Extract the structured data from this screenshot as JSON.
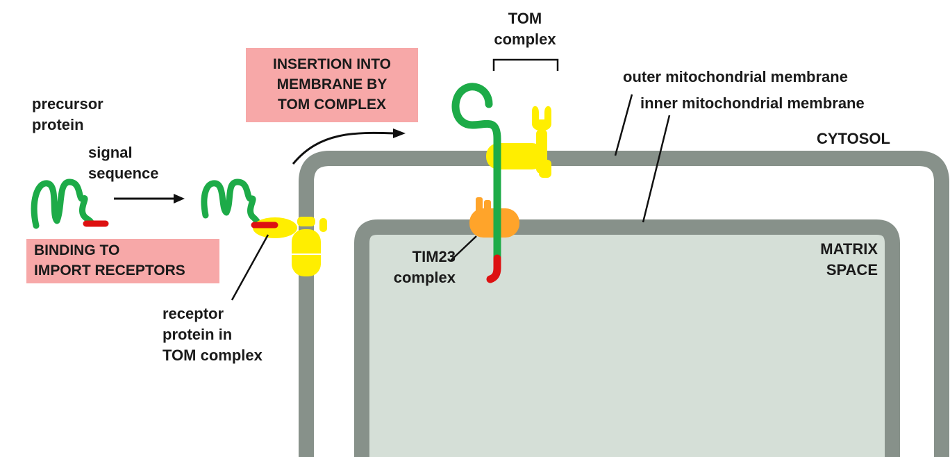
{
  "labels": {
    "precursor_protein": "precursor\nprotein",
    "signal_sequence": "signal\nsequence",
    "receptor_protein": "receptor\nprotein in\nTOM complex",
    "tom_complex": "TOM\ncomplex",
    "outer_membrane": "outer mitochondrial membrane",
    "inner_membrane": "inner mitochondrial membrane",
    "cytosol": "CYTOSOL",
    "matrix_space": "MATRIX\nSPACE",
    "tim23_complex": "TIM23\ncomplex"
  },
  "steps": {
    "binding": "BINDING TO\nIMPORT RECEPTORS",
    "insertion": "INSERTION INTO\nMEMBRANE BY\nTOM COMPLEX"
  },
  "colors": {
    "membrane": "#87918a",
    "matrix": "#d5dfd7",
    "protein": "#1dab48",
    "signal_sequence": "#dd1111",
    "tom_complex": "#ffee00",
    "tim23_complex": "#ffa42a",
    "step_box": "#f7a8a8"
  }
}
